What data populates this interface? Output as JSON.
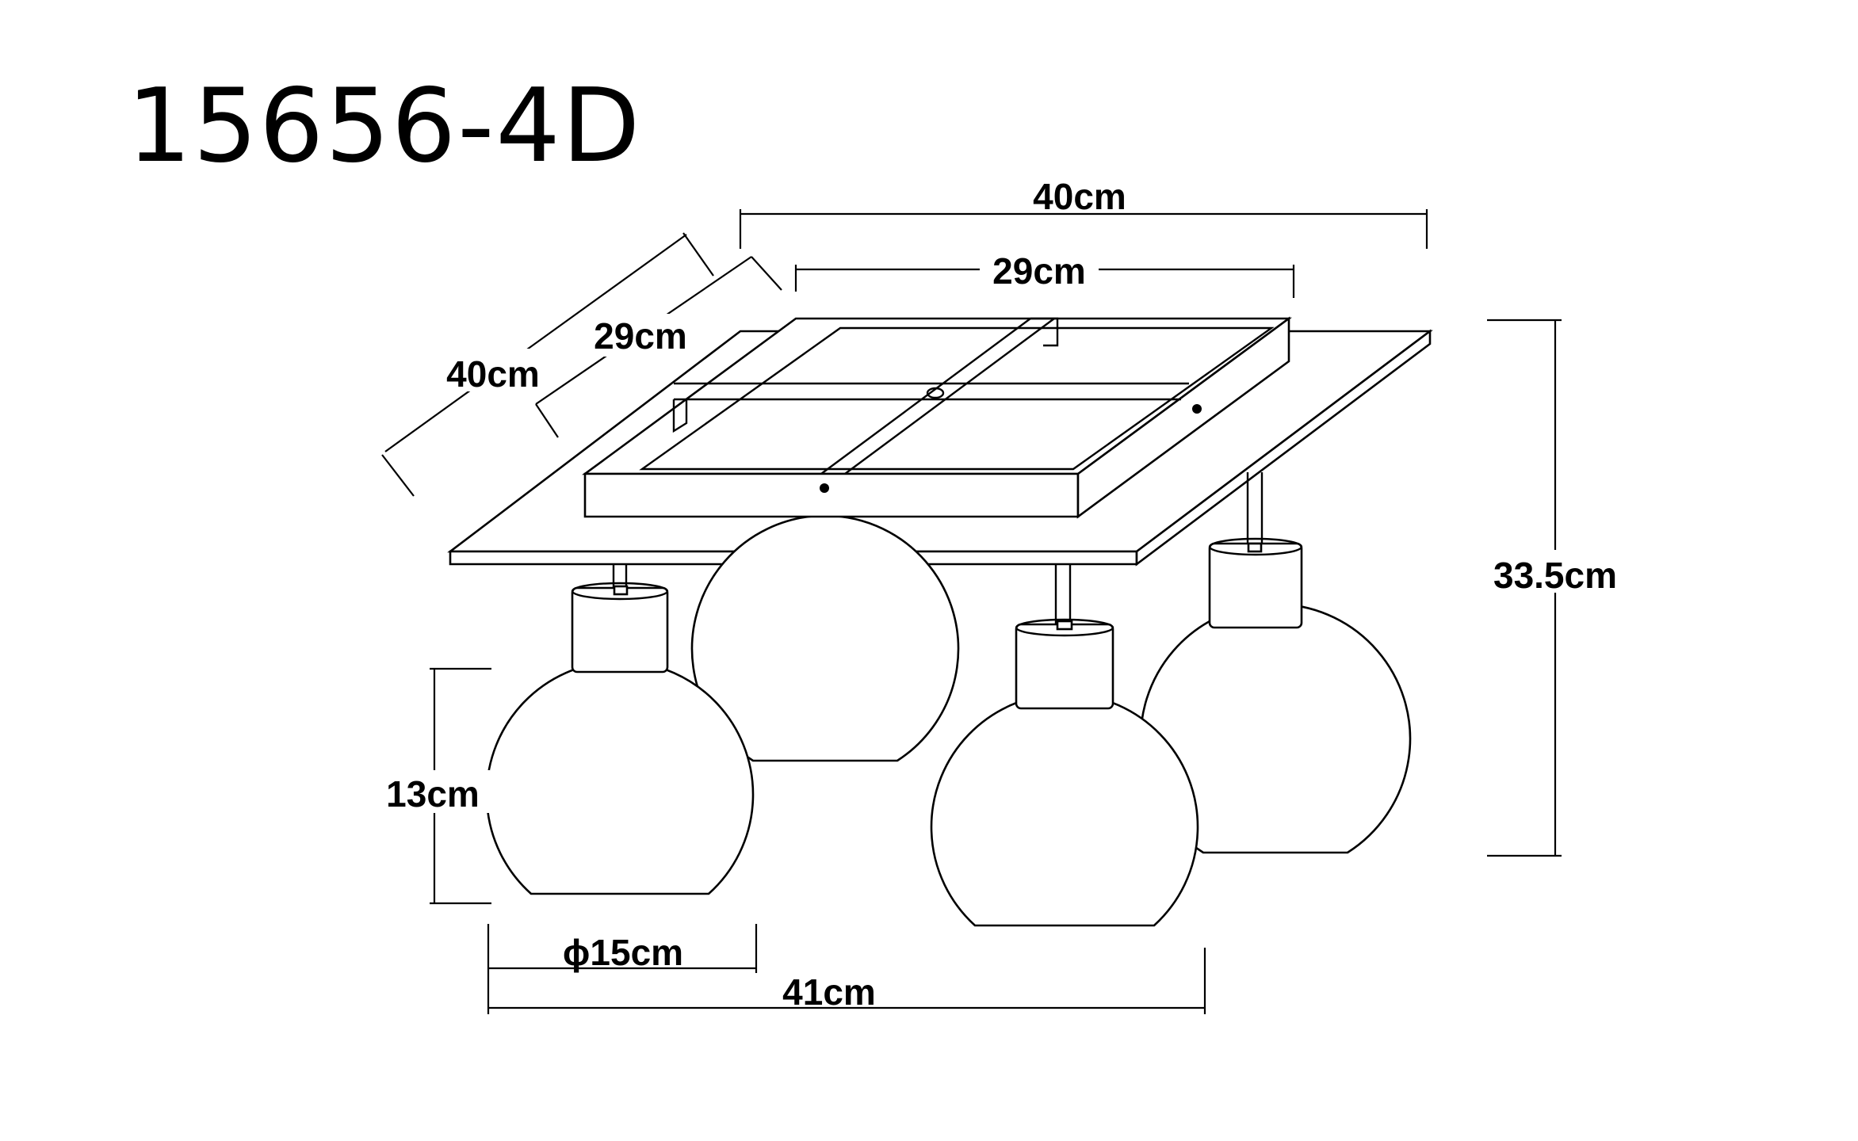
{
  "title": "15656-4D",
  "dimensions": {
    "top_width": "40cm",
    "inner_width": "29cm",
    "depth_outer": "40cm",
    "depth_inner": "29cm",
    "height": "33.5cm",
    "shade_height": "13cm",
    "shade_diameter": "ϕ15cm",
    "base_span": "41cm"
  }
}
